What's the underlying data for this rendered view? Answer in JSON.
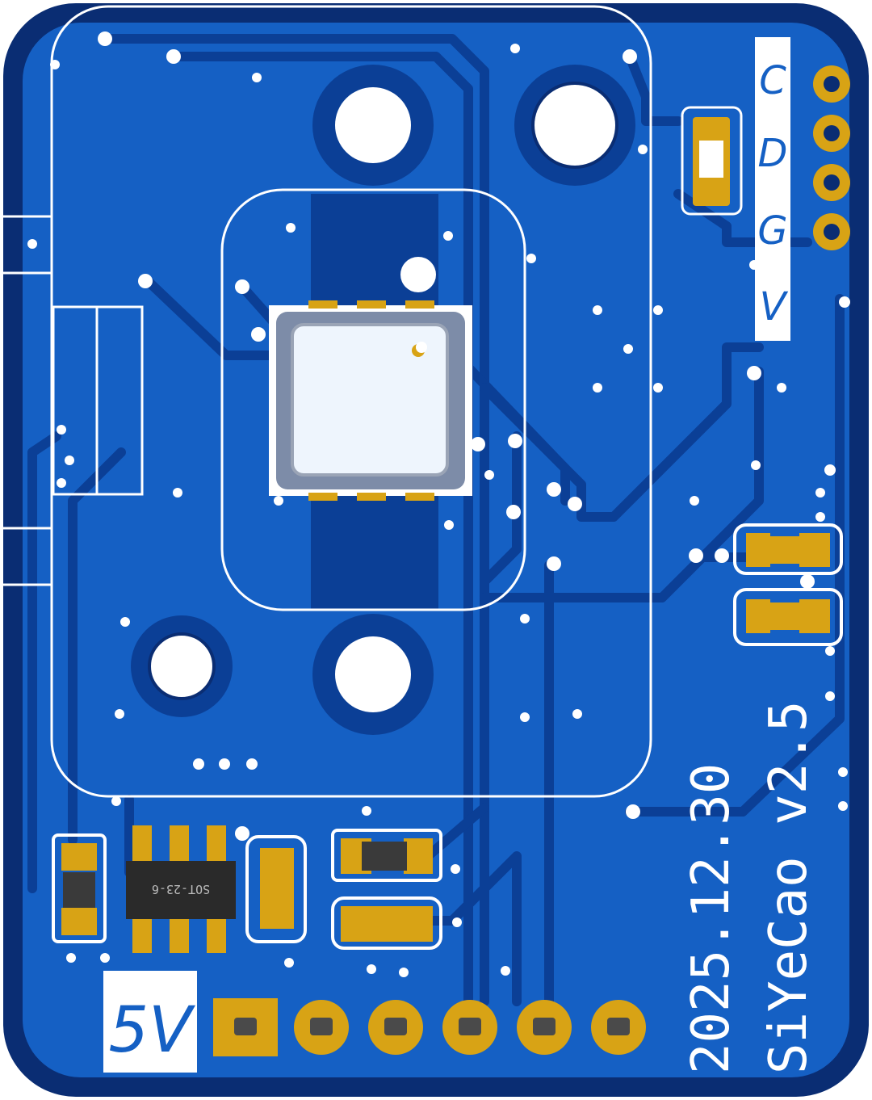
{
  "board": {
    "colors": {
      "board_edge": "#0a2d73",
      "copper_pour": "#1560c4",
      "trace": "#0b3f96",
      "silkscreen": "#ffffff",
      "pad_gold": "#d8a315",
      "sensor_body": "#e6effa"
    },
    "header_labels": [
      "C",
      "D",
      "G",
      "V"
    ],
    "power_label": "5V",
    "ic_label": "SOT-23-6",
    "date_text": "2025.12.30",
    "version_text": "SiYeCao v2.5"
  }
}
